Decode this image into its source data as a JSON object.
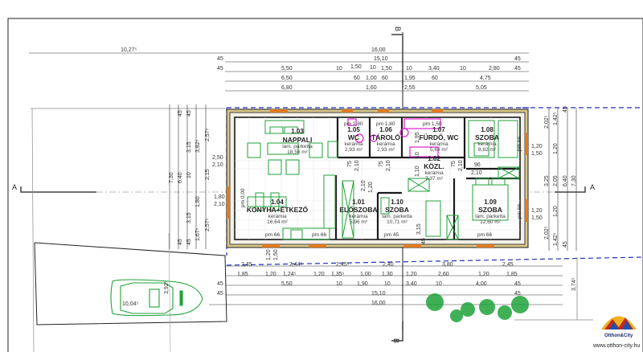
{
  "plan": {
    "section_markers": {
      "a_label": "A",
      "b_label": "B"
    },
    "rooms": [
      {
        "id": "1.03",
        "name": "NAPPALI",
        "floor": "lam. parketta",
        "area": "18,56 m²"
      },
      {
        "id": "1.05",
        "name": "WC",
        "floor": "kerámia",
        "area": "2,93 m²"
      },
      {
        "id": "1.06",
        "name": "TÁROLÓ",
        "floor": "kerámia",
        "area": "2,93 m²"
      },
      {
        "id": "1.07",
        "name": "FÜRDŐ, WC",
        "floor": "kerámia",
        "area": "5,63 m²"
      },
      {
        "id": "1.08",
        "name": "SZOBA",
        "floor": "kerámia",
        "area": "8,82 m²"
      },
      {
        "id": "1.02",
        "name": "KÖZL.",
        "floor": "kerámia",
        "area": "7,37 m²"
      },
      {
        "id": "1.04",
        "name": "KONYHA+ÉTKEZŐ",
        "floor": "kerámia",
        "area": "16,64 m²"
      },
      {
        "id": "1.01",
        "name": "ELŐSZOBA",
        "floor": "kerámia",
        "area": "5,96 m²"
      },
      {
        "id": "1.10",
        "name": "SZOBA",
        "floor": "lam. parketta",
        "area": "10,71 m²"
      },
      {
        "id": "1.09",
        "name": "SZOBA",
        "floor": "lam. parketta",
        "area": "12,60 m²"
      }
    ],
    "sill_labels": {
      "wc": "pm 1,80",
      "taroló": "pm 1,80",
      "furdo": "pm 1,50",
      "szoba108": "pm 66",
      "konyha_left": "pm 0,00",
      "konyha_bottom": "pm 66",
      "konyha_counter": "pm 66",
      "szoba110": "pm 45",
      "szoba109_bottom": "pm 66",
      "szoba109_right": "pm 66"
    },
    "top_dimensions": {
      "overall_left": "10,27⁵",
      "row1": [
        "16,00"
      ],
      "row2": [
        "45",
        "15,10",
        "45"
      ],
      "row3": [
        "45",
        "5,50",
        "10",
        "1,50",
        "10",
        "1,50",
        "10",
        "3,40",
        "10",
        "2,80",
        "45"
      ],
      "row4": [
        "6,50",
        "60",
        "1,00",
        "60",
        "1,95",
        "60",
        "4,75"
      ],
      "row5": [
        "6,80",
        "1,60",
        "2,55",
        "5,05"
      ],
      "verticals": [
        "60",
        "60",
        "60",
        "60",
        "45",
        "60",
        "90"
      ]
    },
    "bottom_dimensions": {
      "row1": [
        "2,45",
        "2,44⁵",
        "2,45⁵",
        "2,40",
        "3,80",
        "2,45"
      ],
      "row2": [
        "1,85",
        "1,20",
        "1,24⁵",
        "1,20",
        "1,35⁵",
        "1,00",
        "1,30",
        "1,20",
        "2,60",
        "1,20",
        "1,85"
      ],
      "row3": [
        "45",
        "5,50",
        "10",
        "1,90",
        "10",
        "3,40",
        "10",
        "4,00",
        "45"
      ],
      "row4": [
        "45",
        "15,10",
        "45"
      ],
      "row5": [
        "16,00"
      ],
      "window_pairs": [
        "1,20",
        "1,50"
      ]
    },
    "left_dimensions": {
      "col1": [
        "7,30"
      ],
      "col2": [
        "45",
        "6,40",
        "45"
      ],
      "col3": [
        "45",
        "3,15",
        "10",
        "3,15",
        "45"
      ],
      "col4": [
        "3,82⁵",
        "1,80",
        "1,67⁵"
      ],
      "col5": [
        "2,57⁵",
        "2,15",
        "2,57⁵"
      ],
      "door": [
        "2,50",
        "2,10"
      ],
      "entry": [
        "1,80",
        "2,10"
      ]
    },
    "right_dimensions": {
      "col1": [
        "2,02⁵",
        "3,25",
        "2,02⁵"
      ],
      "col2": [
        "1,42⁵",
        "1,20",
        "2,05",
        "1,20",
        "1,42⁵"
      ],
      "col3": [
        "45",
        "6,40",
        "45"
      ],
      "col4": [
        "7,30"
      ],
      "windows": [
        "1,20",
        "1,50"
      ],
      "setback": "3,74⁵"
    },
    "inner_dimensions": [
      "75",
      "2,10",
      "75",
      "2,10",
      "1,95",
      "10",
      "1,10",
      "75",
      "2,10",
      "90",
      "2,10",
      "1,20",
      "2,40",
      "1,00",
      "2,10",
      "90",
      "2,10",
      "10",
      "90",
      "2,10",
      "96",
      "2,10",
      "3,15",
      "45"
    ],
    "site": {
      "car_dim": "10,04⁵",
      "car_width": "3,92⁵"
    }
  },
  "logo": {
    "name": "Otthon&City",
    "url": "www.otthon-city.hu"
  },
  "colors": {
    "wall": "#1a1a1a",
    "furniture": "#1fa23a",
    "sanitary": "#e020d0",
    "window": "#e07a20",
    "boundary": "#2030c0",
    "insulation": "#c8b040"
  }
}
